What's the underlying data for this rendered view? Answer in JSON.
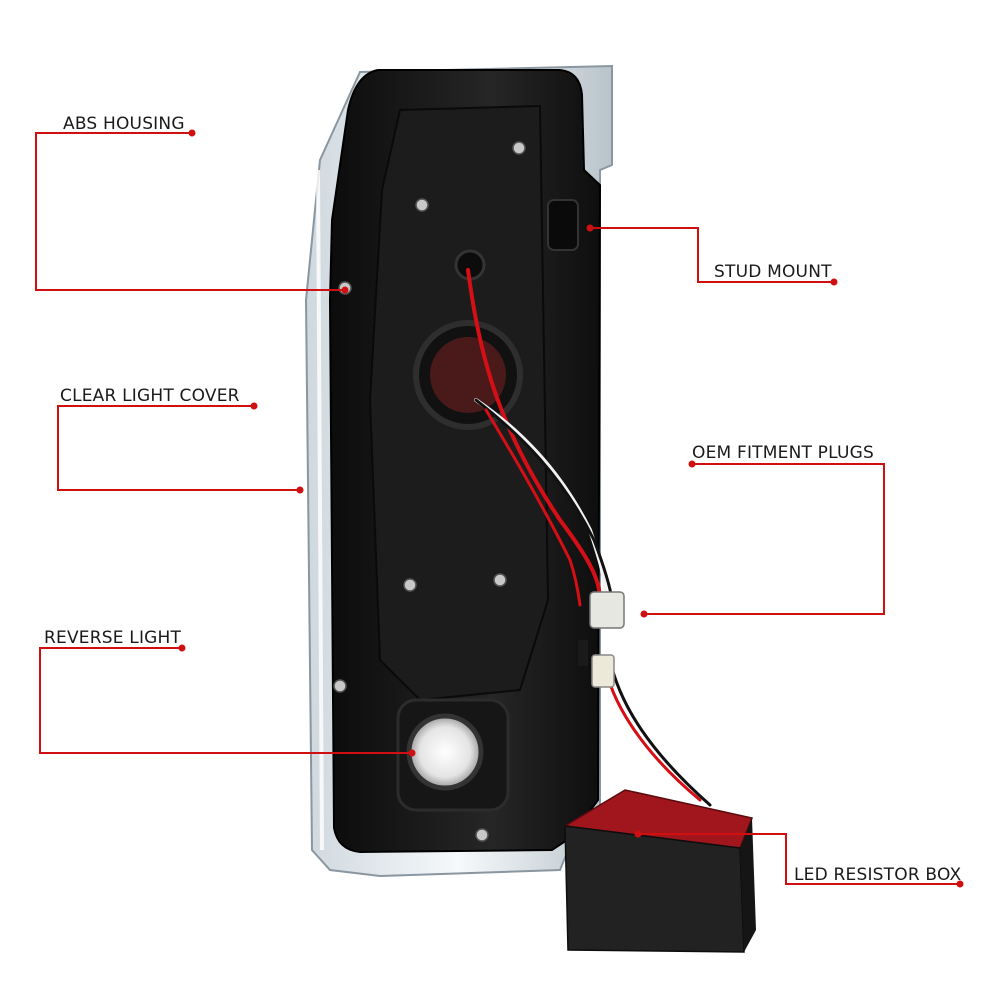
{
  "callouts": [
    {
      "id": "abs-housing",
      "text": "ABS HOUSING"
    },
    {
      "id": "clear-light-cover",
      "text": "CLEAR LIGHT COVER"
    },
    {
      "id": "reverse-light",
      "text": "REVERSE LIGHT"
    },
    {
      "id": "stud-mount",
      "text": "STUD MOUNT"
    },
    {
      "id": "oem-fitment-plugs",
      "text": "OEM FITMENT PLUGS"
    },
    {
      "id": "led-resistor-box",
      "text": "LED RESISTOR BOX"
    }
  ],
  "colors": {
    "leader": "#d01010",
    "housing": "#141414",
    "lens": "#e8eef2",
    "resistor_label": "#a0161c",
    "resistor_body": "#202020"
  }
}
